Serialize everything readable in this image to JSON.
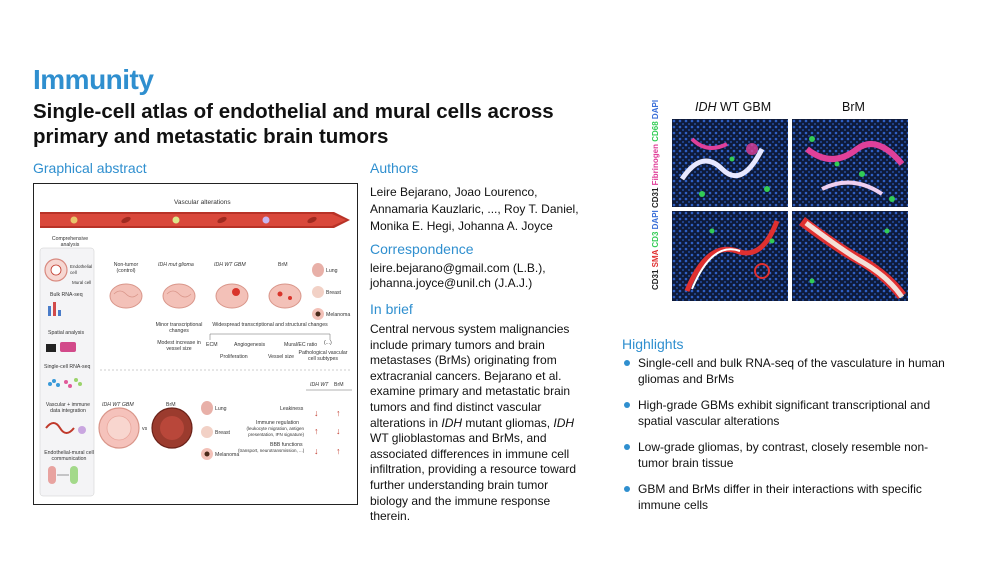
{
  "journal": "Immunity",
  "title": "Single-cell atlas of endothelial and mural cells across primary and metastatic brain tumors",
  "graphical_abstract": {
    "heading": "Graphical abstract",
    "vascular_alterations": "Vascular alterations",
    "comprehensive_analysis": "Comprehensive analysis",
    "endothelial_cell": "Endothelial cell",
    "mural_cell": "Mural cell",
    "bulk_rnaseq": "Bulk RNA-seq",
    "spatial_analysis": "Spatial analysis",
    "single_cell_rnaseq": "Single-cell RNA-seq",
    "vascular_immune": "Vascular + immune data integration",
    "endo_mural_comm": "Endothelial-mural cell communication",
    "non_tumor": "Non-tumor (control)",
    "idh_mut": "IDH mut glioma",
    "idh_wt_gbm": "IDH WT GBM",
    "brm": "BrM",
    "lung": "Lung",
    "breast": "Breast",
    "melanoma": "Melanoma",
    "minor_changes": "Minor transcriptional changes",
    "modest_increase": "Modest increase in vessel size",
    "widespread": "Widespread transcriptional and structural changes",
    "ecm": "ECM",
    "angiogenesis": "Angiogenesis",
    "mural_ec_ratio": "Mural/EC ratio",
    "ellipsis": "(...)",
    "proliferation": "Proliferation",
    "vessel_size": "Vessel size",
    "pathological": "Pathological vascular cell subtypes",
    "vs": "vs",
    "col_idh_wt": "IDH WT",
    "col_brm": "BrM",
    "leakiness": "Leakiness",
    "immune_regulation": "Immune regulation",
    "immune_detail": "(leukocyte migration, antigen presentation, IFN signature)",
    "bbb_functions": "BBB functions",
    "bbb_detail": "(transport, neurotransmission, ...)"
  },
  "authors": {
    "heading": "Authors",
    "text": "Leire Bejarano, Joao Lourenco, Annamaria Kauzlaric, ..., Roy T. Daniel, Monika E. Hegi, Johanna A. Joyce"
  },
  "correspondence": {
    "heading": "Correspondence",
    "emails": [
      "leire.bejarano@gmail.com (L.B.),",
      "johanna.joyce@unil.ch (J.A.J.)"
    ]
  },
  "in_brief": {
    "heading": "In brief",
    "part1": "Central nervous system malignancies include primary tumors and brain metastases (BrMs) originating from extracranial cancers. Bejarano et al. examine primary and metastatic brain tumors and find distinct vascular alterations in ",
    "idh1": "IDH",
    "part2": " mutant gliomas, ",
    "idh2": "IDH",
    "part3": " WT glioblastomas and BrMs, and associated differences in immune cell infiltration, providing a resource toward further understanding brain tumor biology and the immune response therein."
  },
  "microscopy": {
    "col1_italic": "IDH",
    "col1_rest": " WT GBM",
    "col2": "BrM",
    "row1_label": [
      "CD31",
      "Fibrinogen",
      "CD68",
      "DAPI"
    ],
    "row2_label": [
      "CD31",
      "SMA",
      "CD3",
      "DAPI"
    ],
    "colors": {
      "cd31": "#ffffff",
      "fibrinogen": "#e0409a",
      "cd68": "#33cc55",
      "dapi": "#3a6fd8",
      "sma": "#e03030",
      "cd3": "#33cc55"
    }
  },
  "highlights": {
    "heading": "Highlights",
    "items": [
      "Single-cell and bulk RNA-seq of the vasculature in human gliomas and BrMs",
      "High-grade GBMs exhibit significant transcriptional and spatial vascular alterations",
      "Low-grade gliomas, by contrast, closely resemble non-tumor brain tissue",
      "GBM and BrMs differ in their interactions with specific immune cells"
    ]
  },
  "colors": {
    "accent": "#2f8fcf",
    "vessel": "#c0392b"
  }
}
